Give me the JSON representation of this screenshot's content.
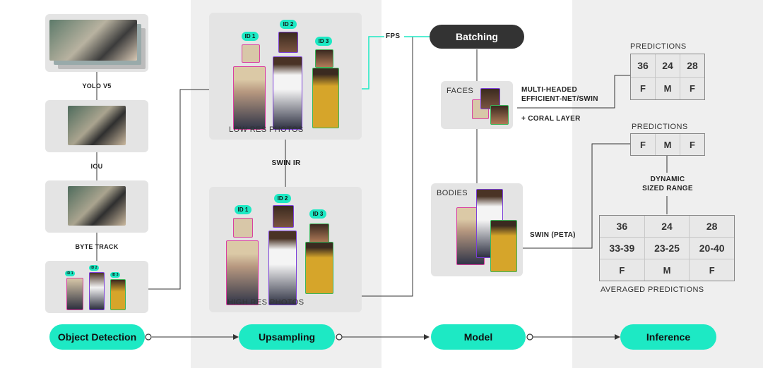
{
  "detection": {
    "steps": [
      "YOLO V5",
      "IOU",
      "BYTE TRACK"
    ],
    "ids": [
      "ID 1",
      "ID 2",
      "ID 3"
    ]
  },
  "upsampling": {
    "ids": [
      "ID 1",
      "ID 2",
      "ID 3"
    ],
    "low_res_caption": "LOW RES PHOTOS",
    "high_res_caption": "HIGH RES PHOTOS",
    "method": "SWIN IR"
  },
  "model": {
    "fps_label": "FPS",
    "batching_label": "Batching",
    "faces_caption": "FACES",
    "bodies_caption": "BODIES",
    "faces_model_line1": "MULTI-HEADED",
    "faces_model_line2": "EFFICIENT-NET/SWIN",
    "faces_model_line3": "+ CORAL LAYER",
    "bodies_model": "SWIN (PETA)"
  },
  "inference": {
    "predictions_title_1": "PREDICTIONS",
    "predictions_1": [
      [
        "36",
        "24",
        "28"
      ],
      [
        "F",
        "M",
        "F"
      ]
    ],
    "predictions_title_2": "PREDICTIONS",
    "predictions_2": [
      [
        "F",
        "M",
        "F"
      ]
    ],
    "range_line1": "DYNAMIC",
    "range_line2": "SIZED RANGE",
    "averaged": [
      [
        "36",
        "24",
        "28"
      ],
      [
        "33-39",
        "23-25",
        "20-40"
      ],
      [
        "F",
        "M",
        "F"
      ]
    ],
    "averaged_caption": "AVERAGED PREDICTIONS"
  },
  "pipeline": [
    "Object Detection",
    "Upsampling",
    "Model",
    "Inference"
  ],
  "colors": {
    "accent": "#1de9c4",
    "dark": "#333333",
    "id1": "#d93fa0",
    "id2": "#7c3fd9",
    "id3": "#3cb55a"
  }
}
